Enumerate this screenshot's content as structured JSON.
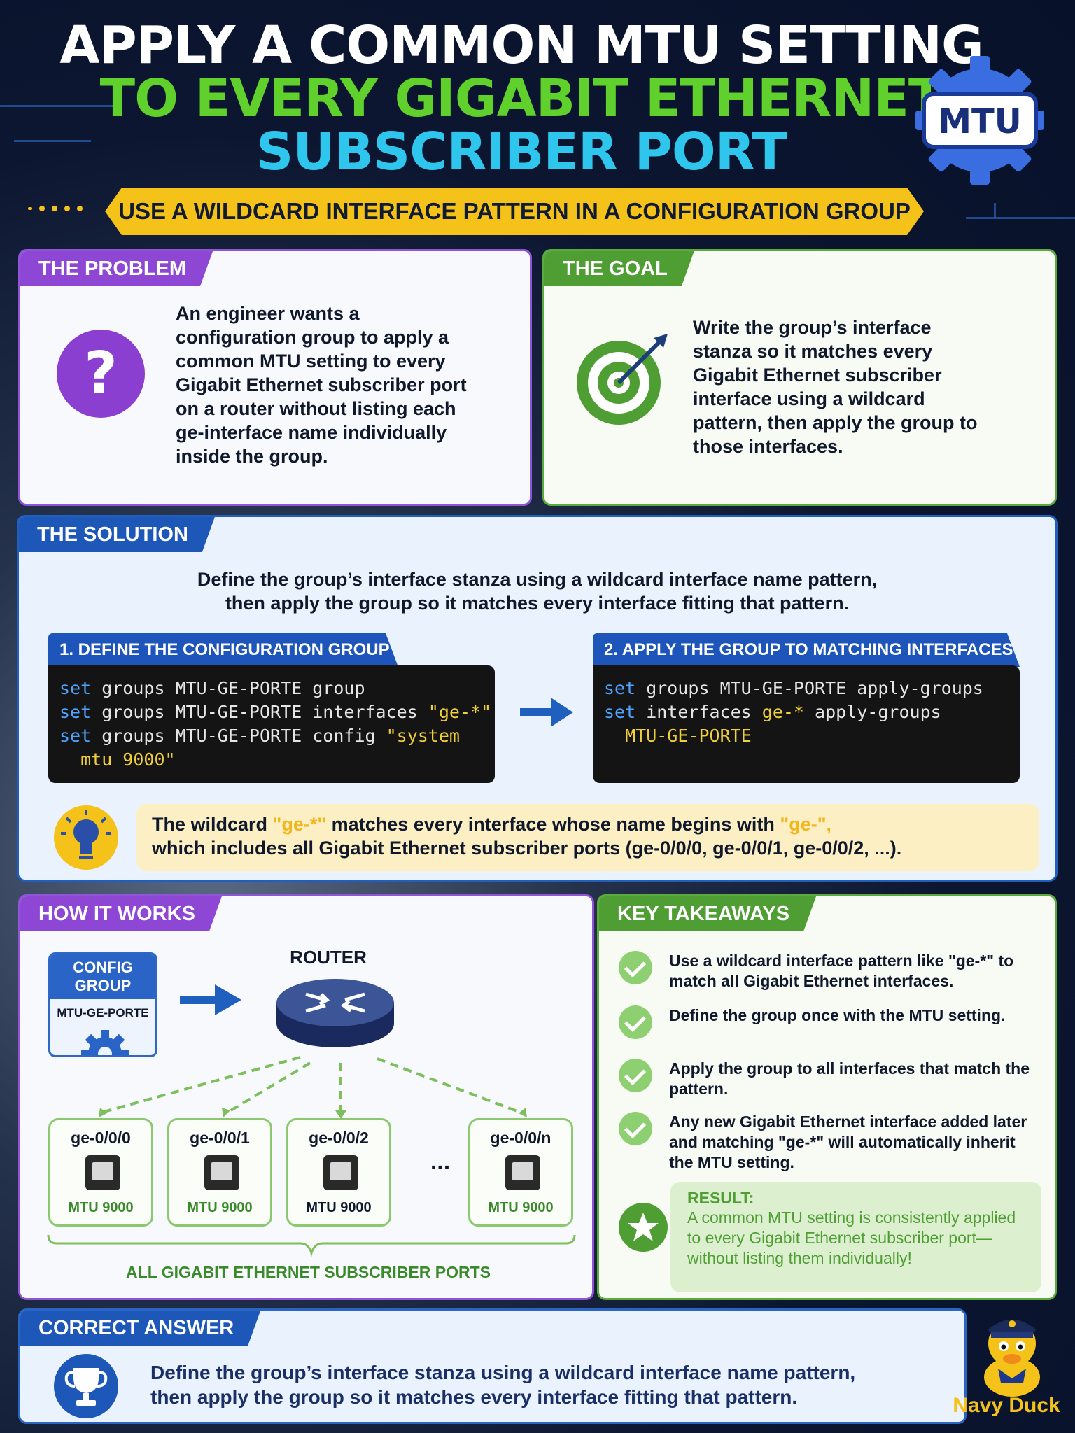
{
  "header": {
    "title_line1": "APPLY A COMMON MTU SETTING",
    "title_line2": "TO EVERY GIGABIT ETHERNET",
    "title_line3": "SUBSCRIBER PORT",
    "subtitle": "USE A WILDCARD INTERFACE PATTERN IN A CONFIGURATION GROUP",
    "badge_label": "MTU"
  },
  "problem": {
    "tab": "THE PROBLEM",
    "icon": "question-mark-icon",
    "text": "An engineer wants a configuration group to apply a common MTU setting to every Gigabit Ethernet subscriber port on a router without listing each ge-interface name individually inside the group."
  },
  "goal": {
    "tab": "THE GOAL",
    "icon": "target-icon",
    "text": "Write the group’s interface stanza so it matches every Gigabit Ethernet subscriber interface using a wildcard pattern, then apply the group to those interfaces."
  },
  "solution": {
    "tab": "THE SOLUTION",
    "intro_line1": "Define the group’s interface stanza using a wildcard interface name pattern,",
    "intro_line2": "then apply the group so it matches every interface fitting that pattern.",
    "step1_title": "1. DEFINE THE CONFIGURATION GROUP",
    "step2_title": "2. APPLY THE GROUP TO MATCHING INTERFACES",
    "step1_code": [
      {
        "kw": "set",
        "rest": " groups MTU-GE-PORTE group",
        "str": ""
      },
      {
        "kw": "set",
        "rest": " groups MTU-GE-PORTE interfaces ",
        "str": "\"ge-*\""
      },
      {
        "kw": "set",
        "rest": " groups MTU-GE-PORTE config ",
        "str": "\"system"
      },
      {
        "kw": "",
        "rest": "",
        "str": "  mtu 9000\""
      }
    ],
    "step2_code": [
      {
        "kw": "set",
        "rest": " groups MTU-GE-PORTE apply-groups",
        "str": ""
      },
      {
        "kw": "set",
        "rest": " interfaces ",
        "str": "ge-*",
        "rest2": " apply-groups"
      },
      {
        "kw": "",
        "rest": "",
        "str": "  MTU-GE-PORTE"
      }
    ],
    "tip_part1": "The wildcard ",
    "tip_hl1": "\"ge-*\"",
    "tip_part2": " matches every interface whose name begins with ",
    "tip_hl2": "\"ge-\",",
    "tip_line2": "which includes all Gigabit Ethernet subscriber ports (ge-0/0/0, ge-0/0/1, ge-0/0/2, ...)."
  },
  "how": {
    "tab": "HOW IT WORKS",
    "config_line1": "CONFIG",
    "config_line2": "GROUP",
    "config_name": "MTU-GE-PORTE",
    "router_label": "ROUTER",
    "ports": [
      {
        "name": "ge-0/0/0",
        "mtu": "MTU 9000"
      },
      {
        "name": "ge-0/0/1",
        "mtu": "MTU 9000"
      },
      {
        "name": "ge-0/0/2",
        "mtu": "MTU 9000"
      },
      {
        "name": "ge-0/0/n",
        "mtu": "MTU 9000"
      }
    ],
    "ellipsis": "...",
    "caption": "ALL GIGABIT ETHERNET SUBSCRIBER PORTS"
  },
  "key": {
    "tab": "KEY TAKEAWAYS",
    "items": [
      "Use a wildcard interface pattern like \"ge-*\" to match all Gigabit Ethernet interfaces.",
      "Define the group once with the MTU setting.",
      "Apply the group to all interfaces that match the pattern.",
      "Any new Gigabit Ethernet interface added later and matching \"ge-*\" will automatically inherit the MTU setting."
    ],
    "result_title": "RESULT:",
    "result_text": "A common MTU setting is consistently applied to every Gigabit Ethernet subscriber port—without listing them individually!"
  },
  "answer": {
    "tab": "CORRECT ANSWER",
    "icon": "trophy-icon",
    "line1": "Define the group’s interface stanza using a wildcard interface name pattern,",
    "line2": "then apply the group so it matches every interface fitting that pattern."
  },
  "brand": {
    "name": "Navy Duck"
  },
  "colors": {
    "title_white": "#ffffff",
    "title_green": "#5fd02c",
    "title_cyan": "#2fc6ee",
    "banner_yellow": "#f5c21a",
    "purple": "#8e46d4",
    "green": "#4e9e33",
    "blue": "#1d58b8"
  }
}
